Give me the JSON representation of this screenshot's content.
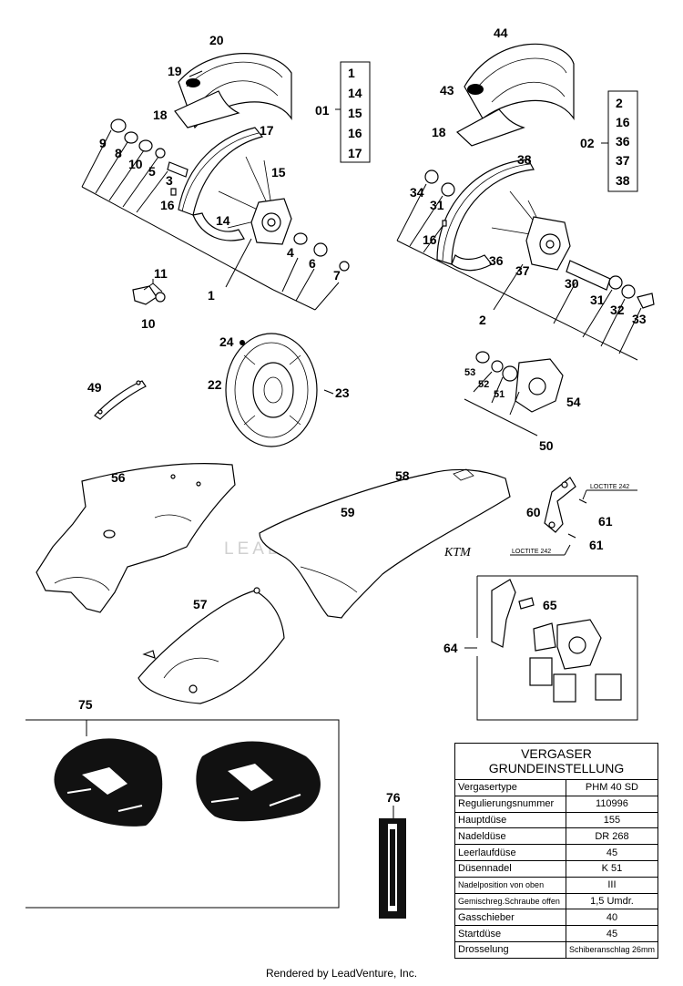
{
  "callouts": {
    "c20": "20",
    "c19": "19",
    "c18a": "18",
    "c17": "17",
    "c15": "15",
    "c14": "14",
    "c9": "9",
    "c8": "8",
    "c10a": "10",
    "c5": "5",
    "c3": "3",
    "c16a": "16",
    "c1": "1",
    "c4": "4",
    "c6": "6",
    "c7": "7",
    "c11": "11",
    "c10b": "10",
    "c01": "01",
    "c44": "44",
    "c43": "43",
    "c18b": "18",
    "c38": "38",
    "c34": "34",
    "c31a": "31",
    "c16b": "16",
    "c36": "36",
    "c37": "37",
    "c2": "2",
    "c30": "30",
    "c31b": "31",
    "c32": "32",
    "c33": "33",
    "c02": "02",
    "c24": "24",
    "c22": "22",
    "c23": "23",
    "c49": "49",
    "c53": "53",
    "c52": "52",
    "c51": "51",
    "c54": "54",
    "c50": "50",
    "c56": "56",
    "c58": "58",
    "c59": "59",
    "c60": "60",
    "c61a": "61",
    "c61b": "61",
    "c57": "57",
    "c65": "65",
    "c64": "64",
    "c75": "75",
    "c76": "76"
  },
  "kit01": [
    "1",
    "14",
    "15",
    "16",
    "17"
  ],
  "kit02": [
    "2",
    "16",
    "36",
    "37",
    "38"
  ],
  "loctite": [
    "LOCTITE 242",
    "LOCTITE 242"
  ],
  "watermark": "LEADVENTURE",
  "vergaser": {
    "title": "VERGASER GRUNDEINSTELLUNG",
    "rows": [
      [
        "Vergasertype",
        "PHM 40 SD"
      ],
      [
        "Regulierungsnummer",
        "110996"
      ],
      [
        "Hauptdüse",
        "155"
      ],
      [
        "Nadeldüse",
        "DR 268"
      ],
      [
        "Leerlaufdüse",
        "45"
      ],
      [
        "Düsennadel",
        "K 51"
      ],
      [
        "Nadelposition von oben",
        "III"
      ],
      [
        "Gemischreg.Schraube offen",
        "1,5 Umdr."
      ],
      [
        "Gasschieber",
        "40"
      ],
      [
        "Startdüse",
        "45"
      ],
      [
        "Drosselung",
        "Schiberanschlag 26mm"
      ]
    ]
  },
  "footer": "Rendered by LeadVenture, Inc."
}
